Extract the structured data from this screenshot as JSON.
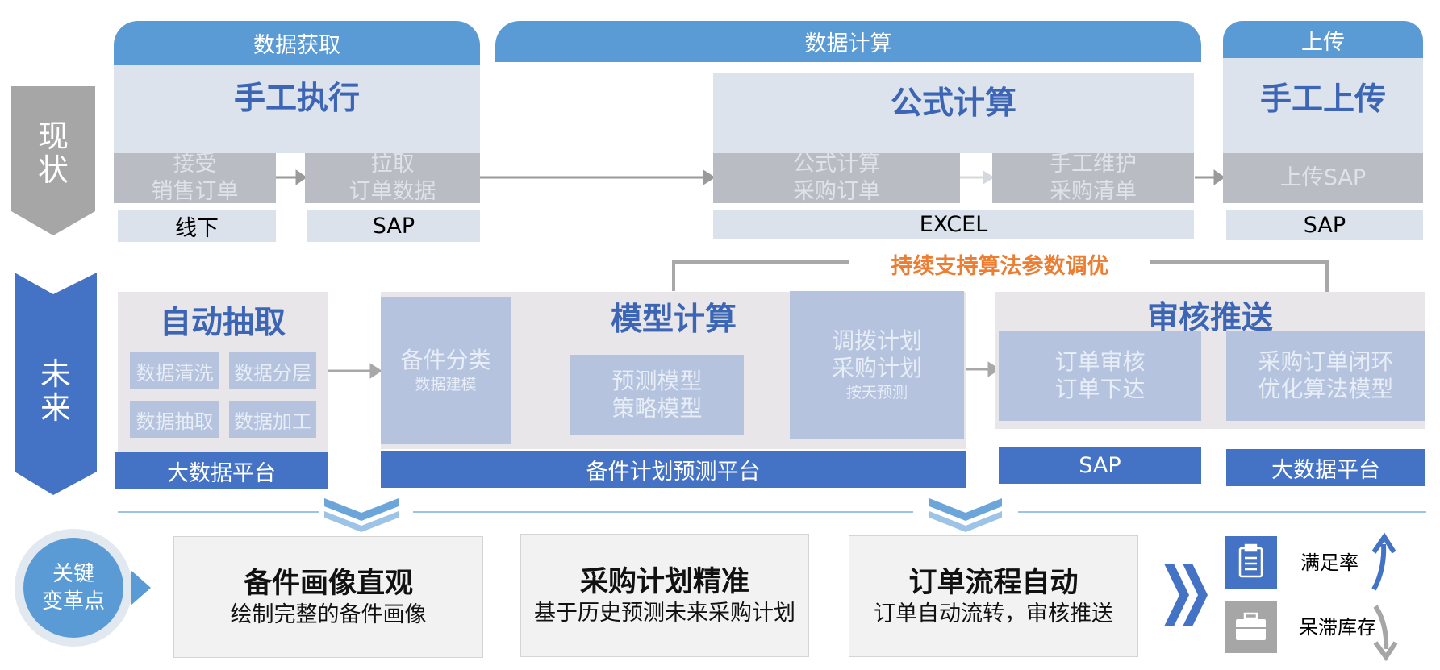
{
  "stage_headers": {
    "acquire": "数据获取",
    "compute": "数据计算",
    "upload": "上传"
  },
  "rows": {
    "current": "现\n状",
    "future": "未\n来"
  },
  "current": {
    "manual_exec": {
      "title": "手工执行",
      "steps": [
        "接受\n销售订单",
        "拉取\n订单数据"
      ],
      "systems": [
        "线下",
        "SAP"
      ]
    },
    "formula": {
      "title": "公式计算",
      "steps": [
        "公式计算\n采购订单",
        "手工维护\n采购清单"
      ],
      "system": "EXCEL"
    },
    "manual_upload": {
      "title": "手工上传",
      "step": "上传SAP",
      "system": "SAP"
    }
  },
  "feedback_label": "持续支持算法参数调优",
  "future": {
    "auto_extract": {
      "title": "自动抽取",
      "chips": [
        "数据清洗",
        "数据分层",
        "数据抽取",
        "数据加工"
      ],
      "system": "大数据平台"
    },
    "model": {
      "title": "模型计算",
      "classify": "备件分类",
      "classify_sub": "数据建模",
      "predict": "预测模型\n策略模型",
      "plan": "调拨计划\n采购计划",
      "plan_sub": "按天预测",
      "system": "备件计划预测平台"
    },
    "review": {
      "title": "审核推送",
      "order": "订单审核\n订单下达",
      "loop": "采购订单闭环\n优化算法模型",
      "systems": [
        "SAP",
        "大数据平台"
      ]
    }
  },
  "key_points": {
    "badge": "关键\n变革点",
    "cards": [
      {
        "title": "备件画像直观",
        "subtitle": "绘制完整的备件画像"
      },
      {
        "title": "采购计划精准",
        "subtitle": "基于历史预测未来采购计划"
      },
      {
        "title": "订单流程自动",
        "subtitle": "订单自动流转，审核推送"
      }
    ],
    "metrics": [
      {
        "label": "满足率",
        "icon": "clipboard-icon",
        "trend": "up"
      },
      {
        "label": "呆滞库存",
        "icon": "briefcase-icon",
        "trend": "down"
      }
    ]
  },
  "colors": {
    "header_blue": "#5b9bd5",
    "title_blue": "#3c66b5",
    "system_blue": "#4472c4",
    "feedback_orange": "#ed7d31",
    "current_gray": "#a6a6a6"
  }
}
